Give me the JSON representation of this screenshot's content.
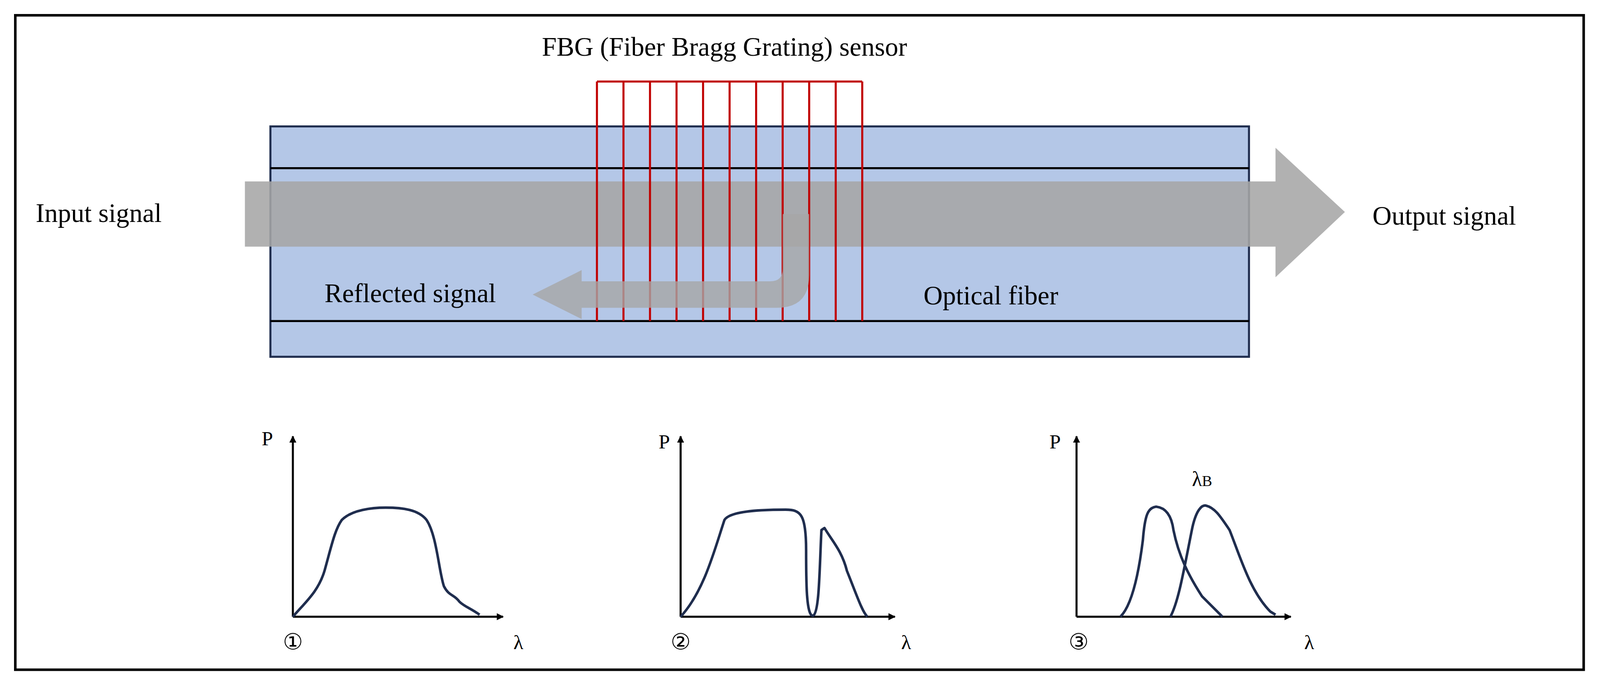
{
  "diagram": {
    "labels": [
      "FBG (Fiber Bragg Grating) sensor",
      "Input signal",
      "Output signal",
      "Reflected signal",
      "Optical fiber",
      "P",
      "λ",
      "①",
      "P",
      "λ",
      "②",
      "P",
      "λ",
      "③",
      "λB"
    ]
  }
}
